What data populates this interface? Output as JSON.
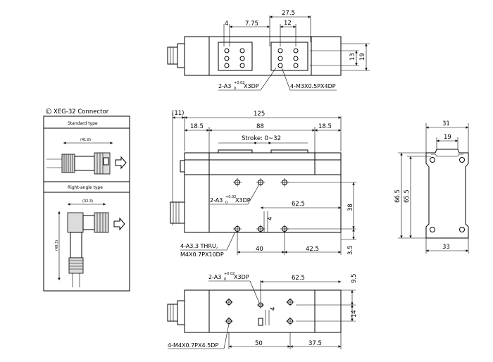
{
  "connector": {
    "title": "XEG-32 Connector",
    "standard_label": "Standard type",
    "standard_dim": "(41.8)",
    "right_angle_label": "Right-angle type",
    "right_angle_dim_h": "(32.3)",
    "right_angle_dim_v": "(49.3)"
  },
  "top_view": {
    "dims": [
      "4",
      "7.75",
      "27.5",
      "12",
      "13",
      "19"
    ],
    "callout_left_main": "2-A3",
    "callout_left_tol_up": "+0.02",
    "callout_left_tol_dn": "0",
    "callout_left_tail": "X3DP",
    "callout_right": "4-M3X0.5PX4DP"
  },
  "front_view": {
    "dims": [
      "(11)",
      "125",
      "18.5",
      "88",
      "18.5",
      "62.5",
      "38",
      "4",
      "40",
      "42.5",
      "3.5"
    ],
    "stroke": "Stroke: 0~32",
    "callout_pin_main": "2-A3",
    "callout_pin_tol_up": "+0.02",
    "callout_pin_tol_dn": "0",
    "callout_pin_tail": "X3DP",
    "callout_thru_1": "4-A3.3 THRU,",
    "callout_thru_2": "M4X0.7PX10DP"
  },
  "side_view": {
    "dims": [
      "31",
      "19",
      "66.5",
      "65.5",
      "33"
    ]
  },
  "bottom_view": {
    "dims": [
      "62.5",
      "9.5",
      "4",
      "14",
      "50",
      "37.5"
    ],
    "callout_pin_main": "2-A3",
    "callout_pin_tol_up": "+0.02",
    "callout_pin_tol_dn": "0",
    "callout_pin_tail": "X3DP",
    "callout_screw": "4-M4X0.7PX4.5DP"
  }
}
